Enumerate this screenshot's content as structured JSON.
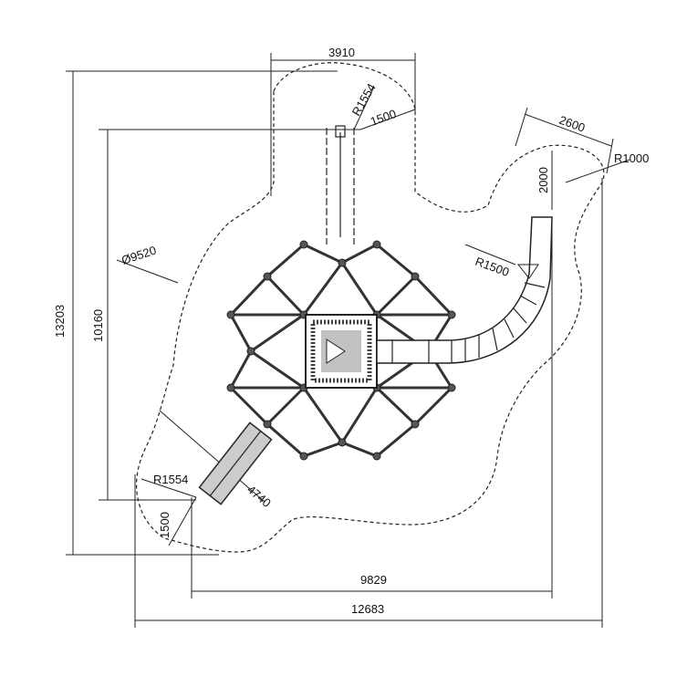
{
  "dimensions": {
    "top_width": "3910",
    "swing_radius": "R1554",
    "swing_clearance": "1500",
    "slide_length": "2600",
    "slide_exit_radius": "R1000",
    "slide_exit": "2000",
    "slide_radius": "R1500",
    "diameter": "Ø9520",
    "total_height": "13203",
    "inner_height": "10160",
    "tunnel_radius": "R1554",
    "tunnel_clearance": "1500",
    "tunnel_length": "4740",
    "inner_width": "9829",
    "total_width": "12683"
  }
}
